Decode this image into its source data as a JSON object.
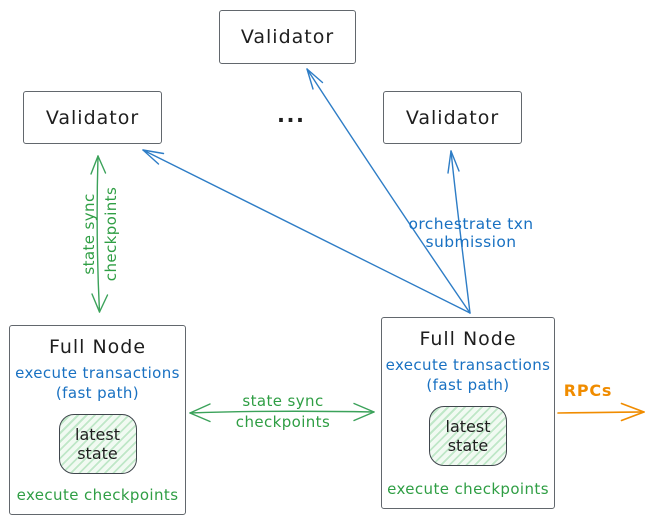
{
  "colors": {
    "blue": "#1971c2",
    "green": "#2f9e44",
    "orange": "#f08c00",
    "text": "#1e1e1e",
    "box_border": "#62676d"
  },
  "validators": {
    "top": {
      "label": "Validator"
    },
    "left": {
      "label": "Validator"
    },
    "right": {
      "label": "Validator"
    },
    "ellipsis": "..."
  },
  "full_node_left": {
    "title": "Full Node",
    "execute_transactions": "execute transactions",
    "fast_path": "(fast path)",
    "latest_state": "latest\nstate",
    "execute_checkpoints": "execute checkpoints"
  },
  "full_node_right": {
    "title": "Full Node",
    "execute_transactions": "execute transactions",
    "fast_path": "(fast path)",
    "latest_state": "latest\nstate",
    "execute_checkpoints": "execute checkpoints"
  },
  "edges": {
    "state_sync_vertical": {
      "line1": "state sync",
      "line2": "checkpoints"
    },
    "state_sync_horizontal": {
      "line1": "state sync",
      "line2": "checkpoints"
    },
    "orchestrate": {
      "label": "orchestrate txn submission"
    },
    "rpcs": {
      "label": "RPCs"
    }
  }
}
